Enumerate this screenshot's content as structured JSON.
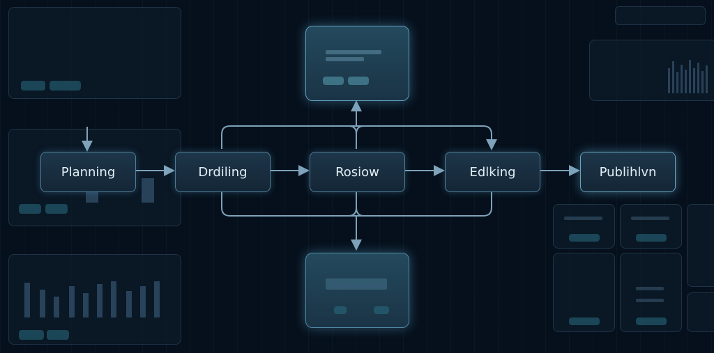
{
  "workflow": {
    "nodes": [
      {
        "id": "planning",
        "label": "Planning"
      },
      {
        "id": "drafting",
        "label": "Drdiling"
      },
      {
        "id": "review",
        "label": "Rosiow"
      },
      {
        "id": "editing",
        "label": "Edlking"
      },
      {
        "id": "publishing",
        "label": "Publihlvn"
      }
    ],
    "edges": [
      [
        "planning",
        "drafting"
      ],
      [
        "drafting",
        "review"
      ],
      [
        "review",
        "editing"
      ],
      [
        "editing",
        "publishing"
      ]
    ]
  },
  "colors": {
    "background": "#06101c",
    "node_border": "#4f7d97",
    "connector": "#7ea3ba",
    "accent": "#5f9fb8"
  }
}
